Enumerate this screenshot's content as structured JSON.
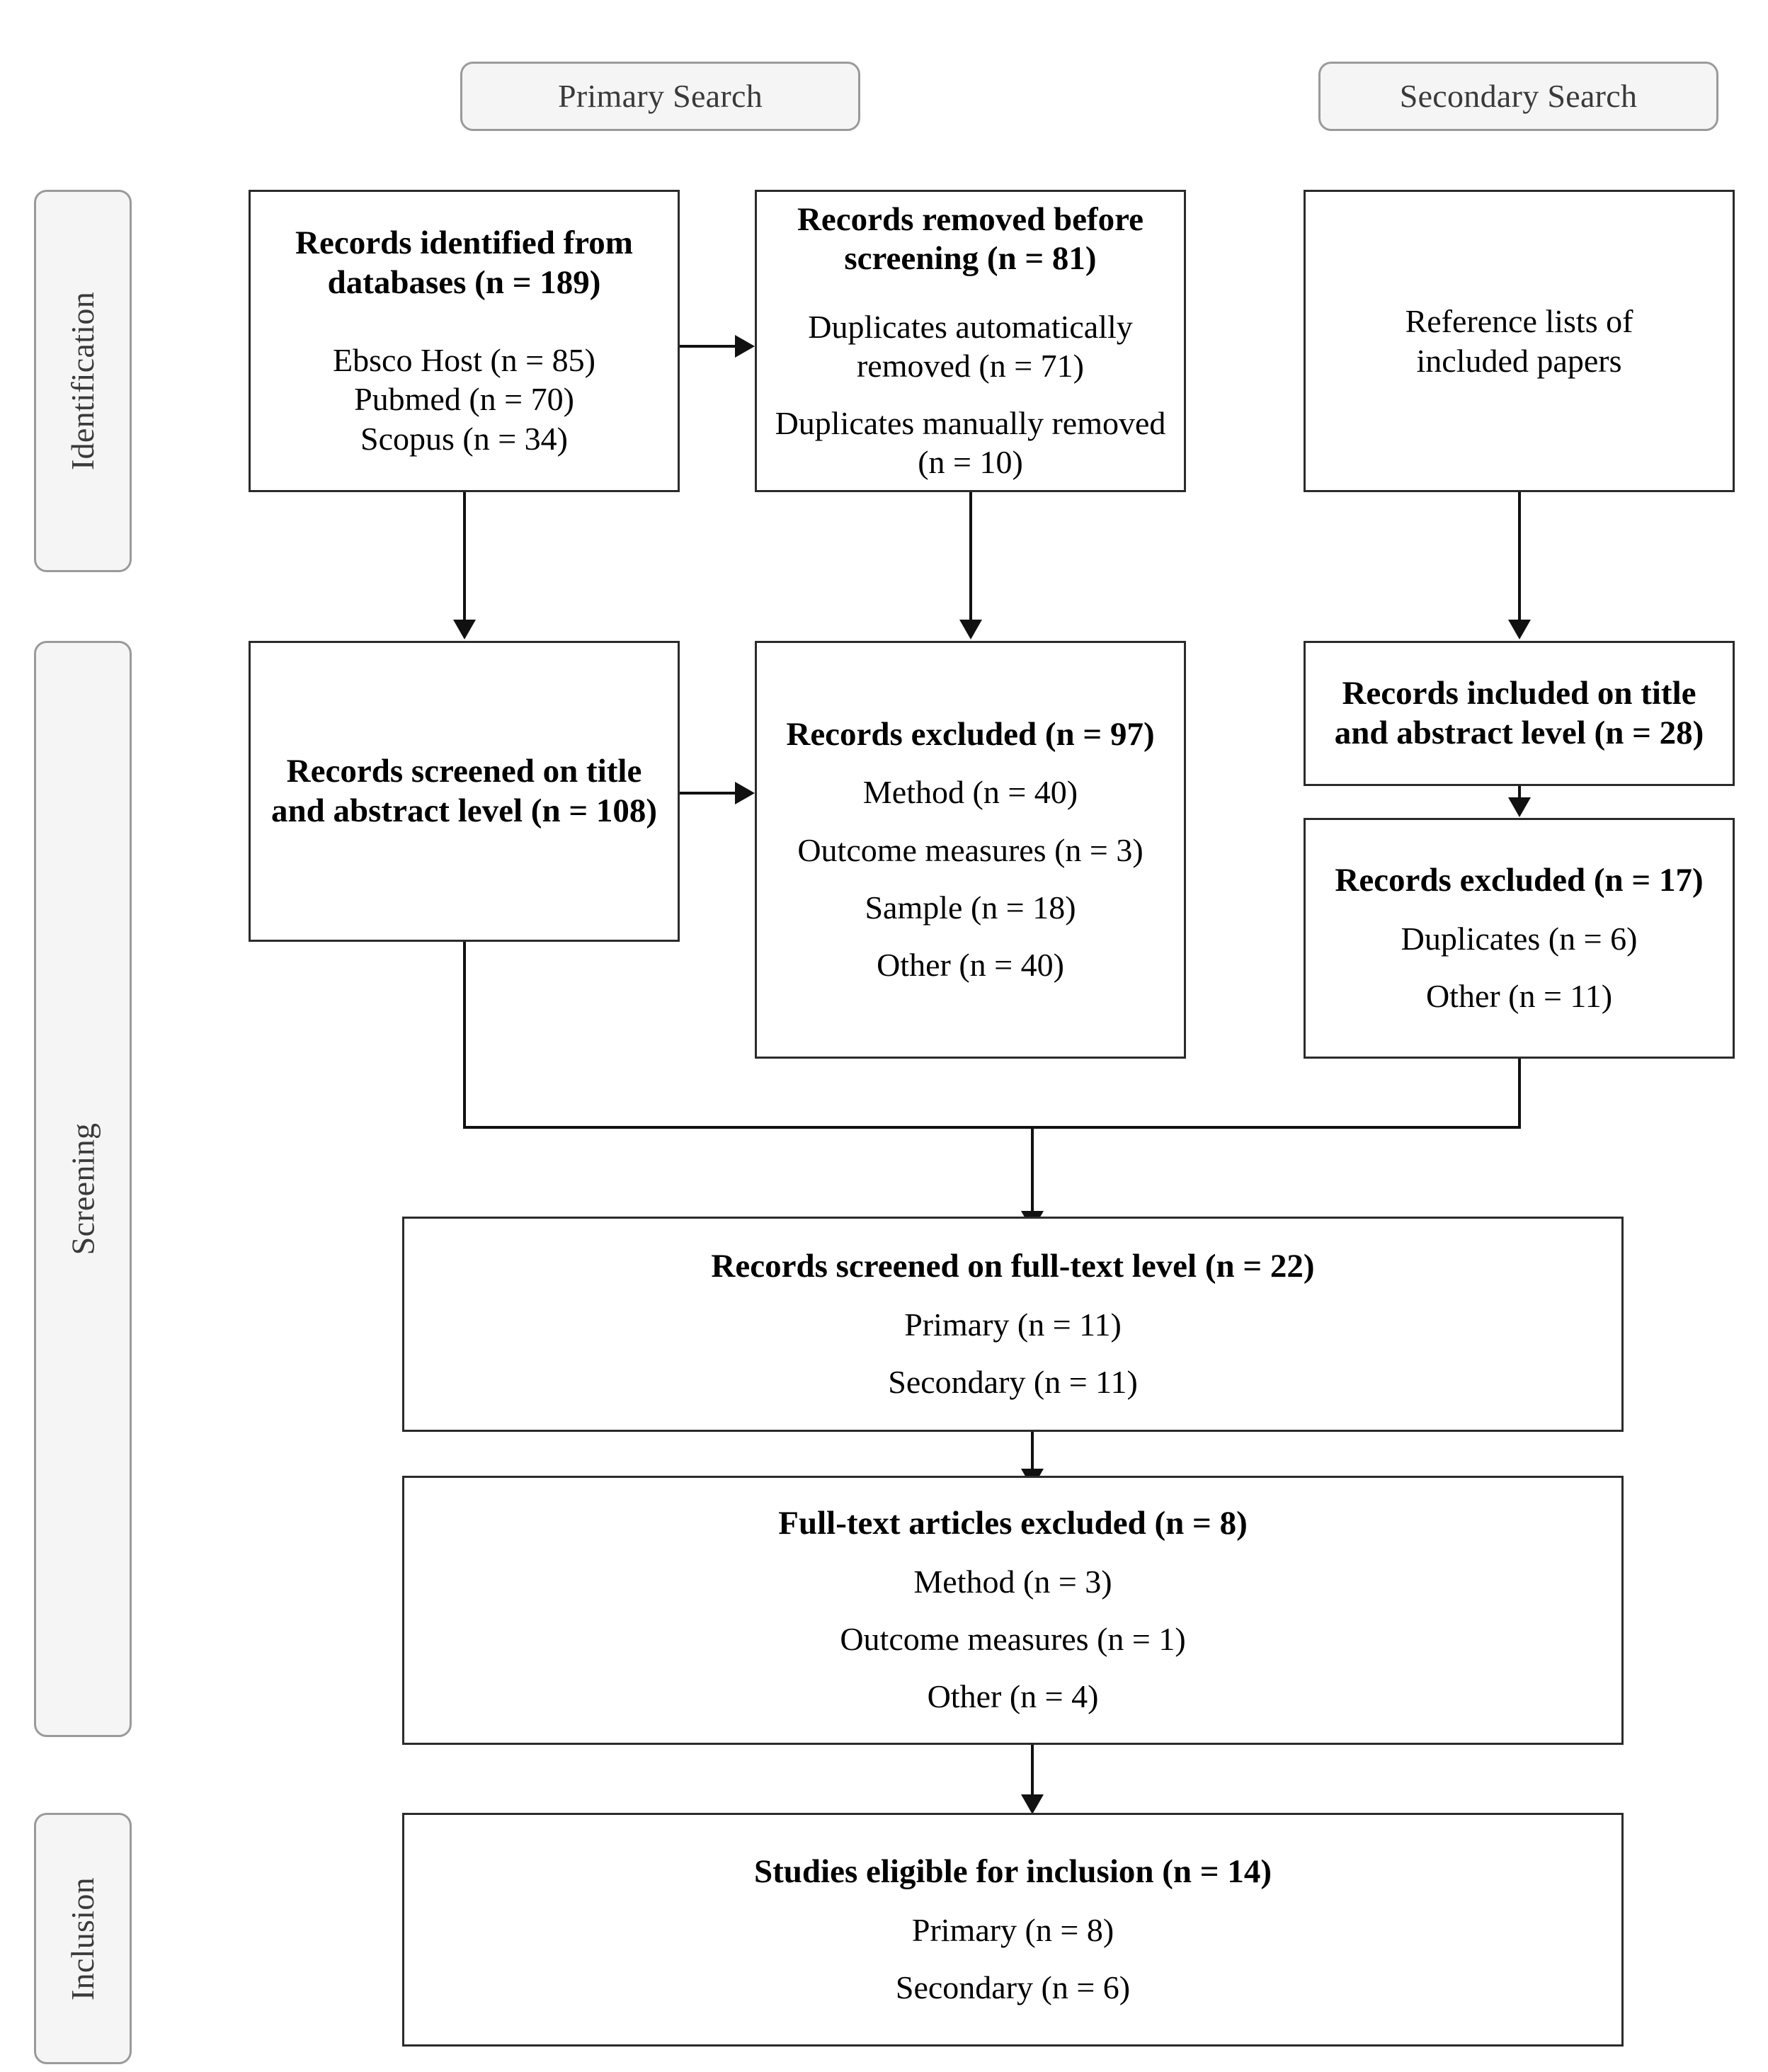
{
  "diagram": {
    "type": "prisma-flow-diagram",
    "stages": [
      {
        "id": "identification",
        "label": "Identification"
      },
      {
        "id": "screening",
        "label": "Screening"
      },
      {
        "id": "inclusion",
        "label": "Inclusion"
      }
    ],
    "search_headers": [
      {
        "id": "primary-search",
        "label": "Primary Search"
      },
      {
        "id": "secondary-search",
        "label": "Secondary Search"
      }
    ],
    "boxes": {
      "records_identified": {
        "title": "Records identified from databases (n = 189)",
        "lines": [
          "Ebsco Host (n = 85)",
          "Pubmed (n = 70)",
          "Scopus (n = 34)"
        ]
      },
      "records_removed": {
        "title": "Records removed before screening (n = 81)",
        "lines": [
          "Duplicates automatically removed (n = 71)",
          "Duplicates manually removed (n = 10)"
        ]
      },
      "reference_lists": {
        "title": "",
        "lines": [
          "Reference lists of",
          "included papers"
        ]
      },
      "records_screened_title_abstract": {
        "title": "Records screened on title and abstract level (n = 108)",
        "lines": []
      },
      "records_excluded_97": {
        "title": "Records excluded (n = 97)",
        "lines": [
          "Method (n = 40)",
          "Outcome measures (n = 3)",
          "Sample (n = 18)",
          "Other (n = 40)"
        ]
      },
      "records_included_title_abstract": {
        "title": "Records included on title and abstract level (n = 28)",
        "lines": []
      },
      "records_excluded_17": {
        "title": "Records excluded (n = 17)",
        "lines": [
          "Duplicates (n = 6)",
          "Other (n = 11)"
        ]
      },
      "records_screened_fulltext": {
        "title": "Records screened on full-text level (n = 22)",
        "lines": [
          "Primary (n = 11)",
          "Secondary (n = 11)"
        ]
      },
      "fulltext_excluded": {
        "title": "Full-text articles excluded (n = 8)",
        "lines": [
          "Method (n = 3)",
          "Outcome measures (n = 1)",
          "Other (n = 4)"
        ]
      },
      "studies_eligible": {
        "title": "Studies eligible for inclusion (n = 14)",
        "lines": [
          "Primary (n = 8)",
          "Secondary (n = 6)"
        ]
      }
    },
    "colors": {
      "box_border": "#2b2b2b",
      "pill_border": "#9a9a9a",
      "pill_fill": "#f5f5f5",
      "connector": "#111111",
      "text": "#000000",
      "pill_text": "#3a3a3a",
      "background": "#ffffff"
    }
  }
}
